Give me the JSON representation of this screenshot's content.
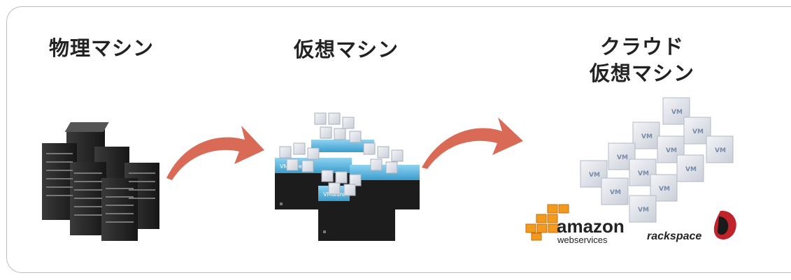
{
  "columns": [
    {
      "label": "物理マシン"
    },
    {
      "label": "仮想マシン"
    },
    {
      "label_line1": "クラウド",
      "label_line2": "仮想マシン"
    }
  ],
  "vm_label": "VM",
  "vmware_label": "VMware",
  "logos": {
    "amazon_word": "amazon",
    "amazon_sub": "webservices",
    "rackspace": "rackspace"
  },
  "colors": {
    "arrow": "#d96a55",
    "server_dark": "#2e2e2e",
    "vmware_blue": "#5bb8e0",
    "vm_cube": "#e1e4ea",
    "amazon_orange": "#f29a1e",
    "rackspace_red": "#c0232a"
  }
}
